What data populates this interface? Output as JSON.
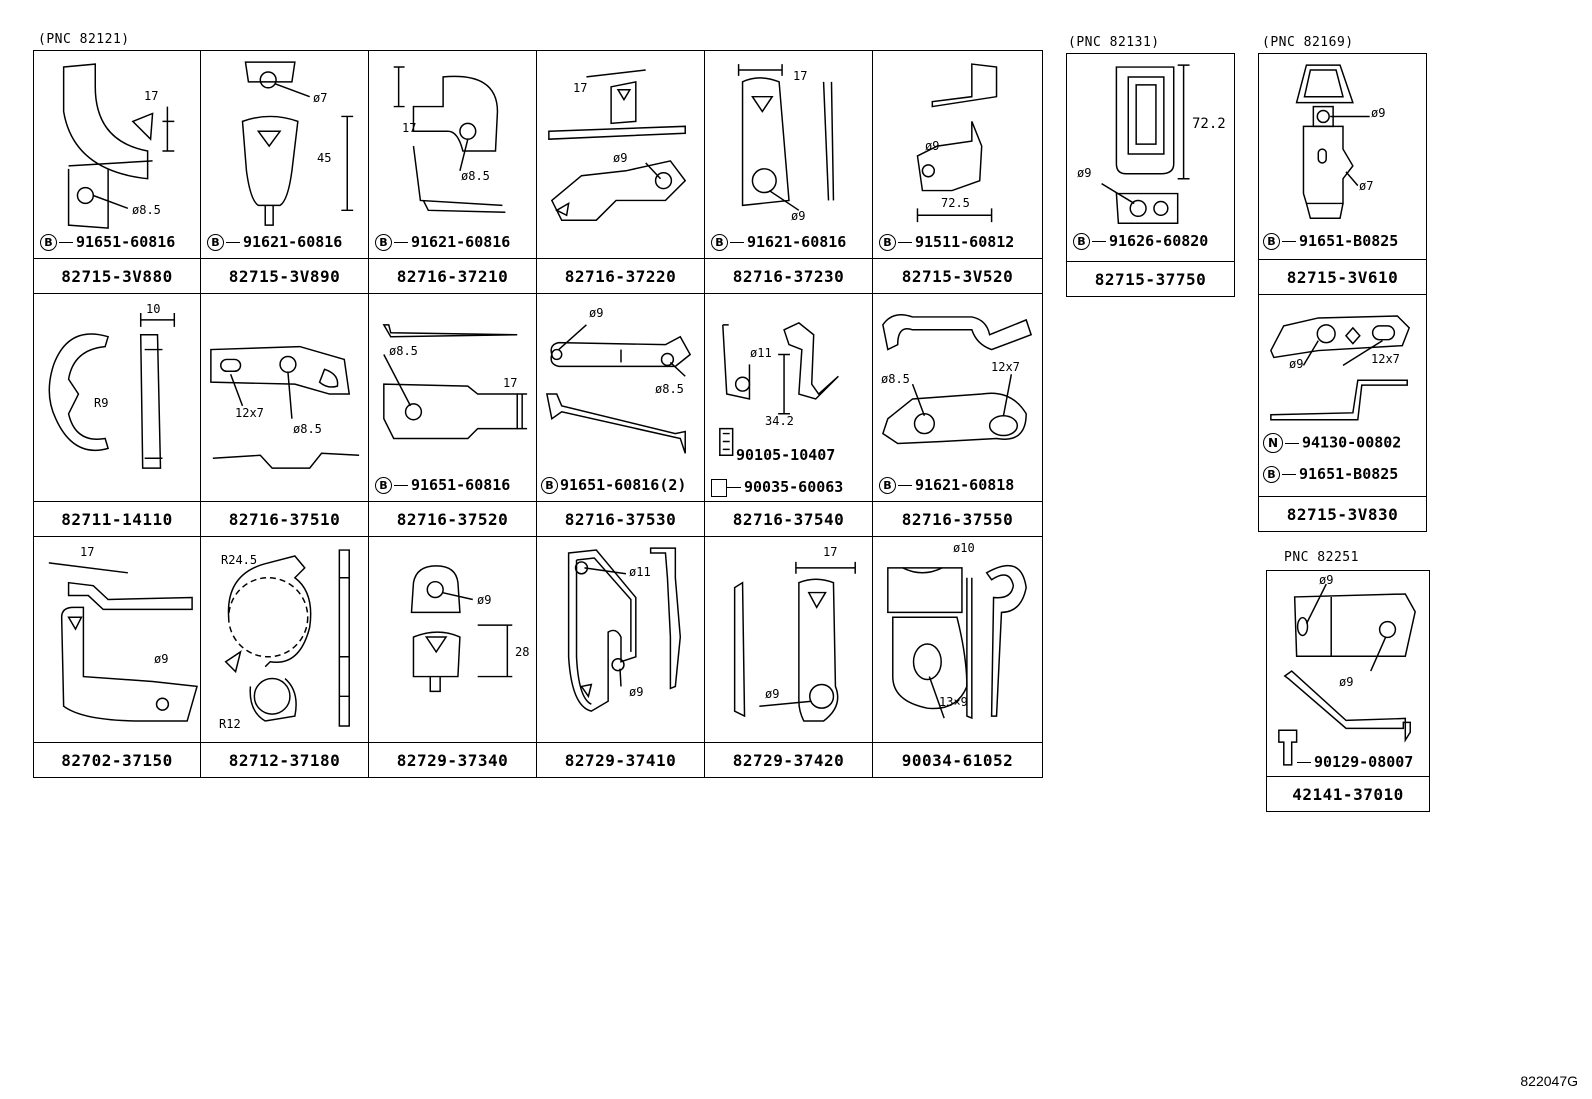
{
  "pnc_labels": {
    "g1": "(PNC 82121)",
    "g2": "(PNC 82131)",
    "g3": "(PNC 82169)",
    "g4": "PNC  82251"
  },
  "diagram_code": "822047G",
  "cells": {
    "c1": {
      "part": "82715-3V880",
      "sub": "91651-60816",
      "mark": "B",
      "dims": [
        "17",
        "ø8.5"
      ]
    },
    "c2": {
      "part": "82715-3V890",
      "sub": "91621-60816",
      "mark": "B",
      "dims": [
        "ø7",
        "45"
      ]
    },
    "c3": {
      "part": "82716-37210",
      "sub": "91621-60816",
      "mark": "B",
      "dims": [
        "17",
        "ø8.5"
      ]
    },
    "c4": {
      "part": "82716-37220",
      "dims": [
        "17",
        "ø9"
      ]
    },
    "c5": {
      "part": "82716-37230",
      "sub": "91621-60816",
      "mark": "B",
      "dims": [
        "17",
        "ø9"
      ]
    },
    "c6": {
      "part": "82715-3V520",
      "sub": "91511-60812",
      "mark": "B",
      "dims": [
        "ø9",
        "72.5"
      ]
    },
    "c7": {
      "part": "82711-14110",
      "dims": [
        "10",
        "R9"
      ]
    },
    "c8": {
      "part": "82716-37510",
      "dims": [
        "12x7",
        "ø8.5"
      ]
    },
    "c9": {
      "part": "82716-37520",
      "sub": "91651-60816",
      "mark": "B",
      "dims": [
        "ø8.5",
        "17"
      ]
    },
    "c10": {
      "part": "82716-37530",
      "sub": "91651-60816(2)",
      "mark": "B",
      "dims": [
        "ø9",
        "ø8.5"
      ]
    },
    "c11": {
      "part": "82716-37540",
      "sub1": "90105-10407",
      "sub2": "90035-60063",
      "dims": [
        "ø11",
        "34.2"
      ]
    },
    "c12": {
      "part": "82716-37550",
      "sub": "91621-60818",
      "mark": "B",
      "dims": [
        "ø8.5",
        "12x7"
      ]
    },
    "c13": {
      "part": "82702-37150",
      "dims": [
        "17",
        "ø9"
      ]
    },
    "c14": {
      "part": "82712-37180",
      "dims": [
        "R24.5",
        "R12"
      ]
    },
    "c15": {
      "part": "82729-37340",
      "dims": [
        "ø9",
        "28"
      ]
    },
    "c16": {
      "part": "82729-37410",
      "dims": [
        "ø11",
        "ø9"
      ]
    },
    "c17": {
      "part": "82729-37420",
      "dims": [
        "17",
        "ø9"
      ]
    },
    "c18": {
      "part": "90034-61052",
      "dims": [
        "ø10",
        "13×9"
      ]
    },
    "d1": {
      "part": "82715-37750",
      "sub": "91626-60820",
      "mark": "B",
      "dims": [
        "72.2",
        "ø9"
      ]
    },
    "e1": {
      "part": "82715-3V610",
      "sub": "91651-B0825",
      "mark": "B",
      "dims": [
        "ø9",
        "ø7"
      ]
    },
    "e2": {
      "part": "82715-3V830",
      "sub1": "94130-00802",
      "mark1": "N",
      "sub2": "91651-B0825",
      "mark2": "B",
      "dims": [
        "ø9",
        "12x7"
      ]
    },
    "f1": {
      "part": "42141-37010",
      "sub": "90129-08007",
      "dims": [
        "ø9",
        "ø9"
      ]
    }
  }
}
